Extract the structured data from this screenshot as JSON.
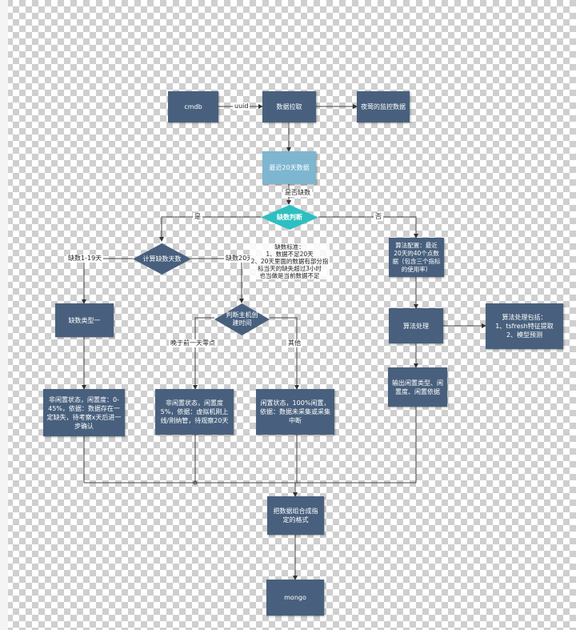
{
  "nodes": {
    "cmdb": "cmdb",
    "pull": "数据拉取",
    "monitor": "夜莺的监控数据",
    "recent20": "最近20天数据",
    "missing_check": "缺数判断",
    "calc_missing": "计算缺数天数",
    "missing_type1": "缺数类型一",
    "judge_create": "判断主机创建时间",
    "algo_config": "算法配置：最近20天的40个点数据（包含三个指标的使用率）",
    "algo_process": "算法处理",
    "algo_includes": "算法处理包括：\n1、tsfresh特征提取\n2、模型预测",
    "out_idle": "输出闲置类型、闲置度、闲置依据",
    "state_a": "非闲置状态，闲置度：0-45%，依据：数据存在一定缺失，待考察x天后进一步确认",
    "state_b": "非闲置状态，闲置度5%，依据：虚拟机刚上线/刚纳管，待观察20天",
    "state_c": "闲置状态，100%闲置，依据：数据未采集或采集中断",
    "combine": "把数据组合成指定的格式",
    "mongo": "mongo"
  },
  "edge_labels": {
    "uuid": "uuid",
    "is_missing": "是否缺数",
    "yes": "是",
    "no": "否",
    "missing_1_19": "缺数1-19天",
    "missing_20": "缺数20天",
    "before_day": "晚于前一天零点",
    "other": "其他"
  },
  "notes": {
    "missing_standard": "缺数标准：\n1、数据不足20天\n2、20天里面的数据有部分指标当天的缺失超过3小时\n也当做是当前数据不足"
  },
  "colors": {
    "box": "#48607d",
    "light_box": "#7eb6d0",
    "decision_teal": "#2ebfc0"
  }
}
